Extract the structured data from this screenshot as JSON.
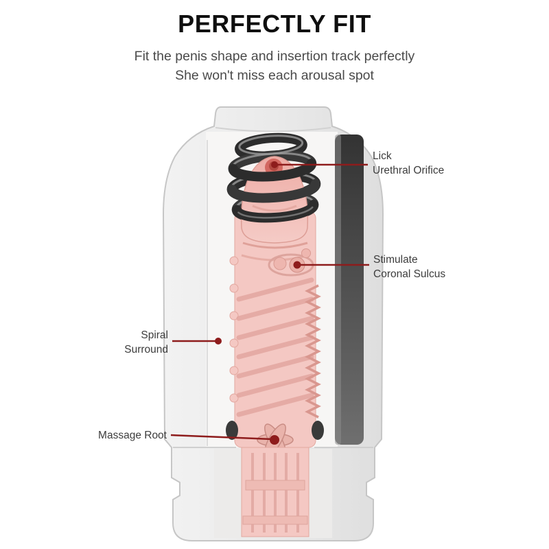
{
  "header": {
    "title": "PERFECTLY FIT",
    "subtitle_line1": "Fit the penis shape and insertion track perfectly",
    "subtitle_line2": "She won't miss each arousal spot"
  },
  "callouts": {
    "lick": {
      "line1": "Lick",
      "line2": "Urethral Orifice"
    },
    "stimulate": {
      "line1": "Stimulate",
      "line2": "Coronal Sulcus"
    },
    "spiral": {
      "line1": "Spiral",
      "line2": "Surround"
    },
    "massage": {
      "line1": "Massage Root"
    }
  },
  "colors": {
    "accent_line": "#8E1C1C",
    "title_text": "#0F0F0F",
    "body_text": "#3C3C3C",
    "shell_gray": "#EDEDED",
    "cut_wall_dark": "#3C3C3C",
    "sleeve_pink": "#F4C8C3",
    "blush_red": "#B24840"
  }
}
